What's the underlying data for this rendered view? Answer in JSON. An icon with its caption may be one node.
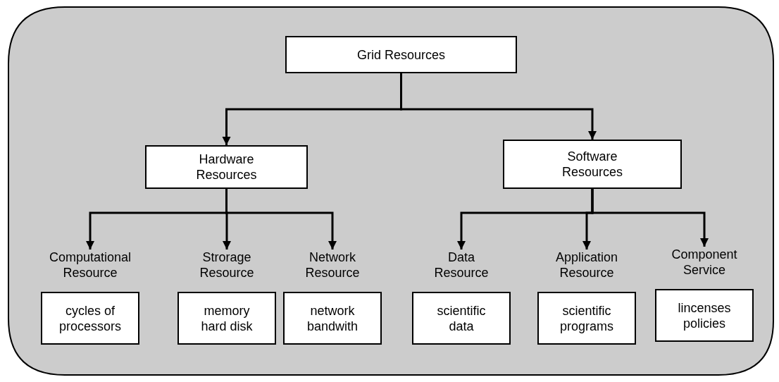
{
  "diagram": {
    "nodes": [
      {
        "text": [
          "Grid Resources"
        ]
      },
      {
        "text": [
          "Hardware Resources"
        ]
      },
      {
        "text": [
          "Software Resources"
        ]
      },
      {
        "text": [
          "Computational Resource",
          "cycles of processors"
        ]
      },
      {
        "text": [
          "Strorage Resource",
          "memory hard disk"
        ]
      },
      {
        "text": [
          "Network Resource",
          "network bandwith"
        ]
      },
      {
        "text": [
          "Data Resource",
          "scientific data"
        ]
      },
      {
        "text": [
          "Application Resource",
          "scientific programs"
        ]
      },
      {
        "text": [
          "Component Service",
          "lincenses policies"
        ]
      }
    ],
    "edges": [
      {
        "from": 0,
        "to": 1,
        "arrow": "to"
      },
      {
        "from": 0,
        "to": 2,
        "arrow": "to"
      },
      {
        "from": 1,
        "to": 3,
        "arrow": "to"
      },
      {
        "from": 1,
        "to": 4,
        "arrow": "to"
      },
      {
        "from": 1,
        "to": 5,
        "arrow": "to"
      },
      {
        "from": 2,
        "to": 6,
        "arrow": "to"
      },
      {
        "from": 2,
        "to": 7,
        "arrow": "to"
      },
      {
        "from": 2,
        "to": 8,
        "arrow": "to"
      }
    ]
  }
}
